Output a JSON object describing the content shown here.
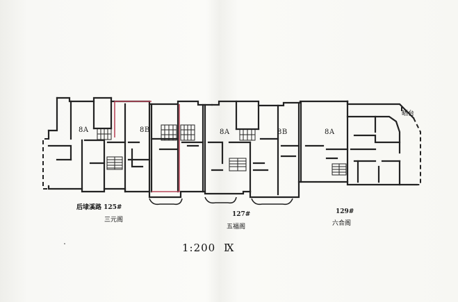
{
  "rooms": {
    "r1": "8A",
    "r2": "8B",
    "r3": "8A",
    "r4": "8B",
    "r5": "8A"
  },
  "balcony": "晒台",
  "addresses": {
    "a125": "后埭溪路 125#",
    "a127": "127#",
    "a129": "129#"
  },
  "buildings": {
    "b1": "三元阁",
    "b2": "五福阁",
    "b3": "六合阁"
  },
  "scale": {
    "ratio": "1:200",
    "roman": "Ⅸ"
  },
  "colors": {
    "line": "#222222",
    "highlight": "#b8485a"
  }
}
